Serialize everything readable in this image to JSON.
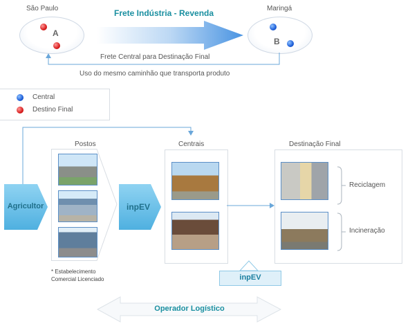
{
  "top": {
    "city_a": "São Paulo",
    "city_b": "Maringá",
    "letter_a": "A",
    "letter_b": "B",
    "arrow_title": "Frete Indústria - Revenda",
    "return_label": "Frete Central para Destinação Final",
    "return_sub": "Uso do mesmo caminhão que transporta produto"
  },
  "legend": {
    "items": [
      {
        "label": "Central",
        "color": "blue"
      },
      {
        "label": "Destino Final",
        "color": "red"
      }
    ]
  },
  "flow": {
    "postos_title": "Postos",
    "centrais_title": "Centrais",
    "destinacao_title": "Destinação Final",
    "agricultor": "Agricultor",
    "inpev": "inpEV",
    "inpev_bottom": "inpEV",
    "footnote_line1": "* Estabelecimento",
    "footnote_line2": "Comercial Licenciado",
    "reciclagem": "Reciclagem",
    "incineracao": "Incineração",
    "operador": "Operador Logístico"
  },
  "colors": {
    "accent": "#1a8fa0",
    "pentagon": "#6cc0e8",
    "arrow_blue": "#5aa0e6",
    "line": "#6aa7da"
  }
}
